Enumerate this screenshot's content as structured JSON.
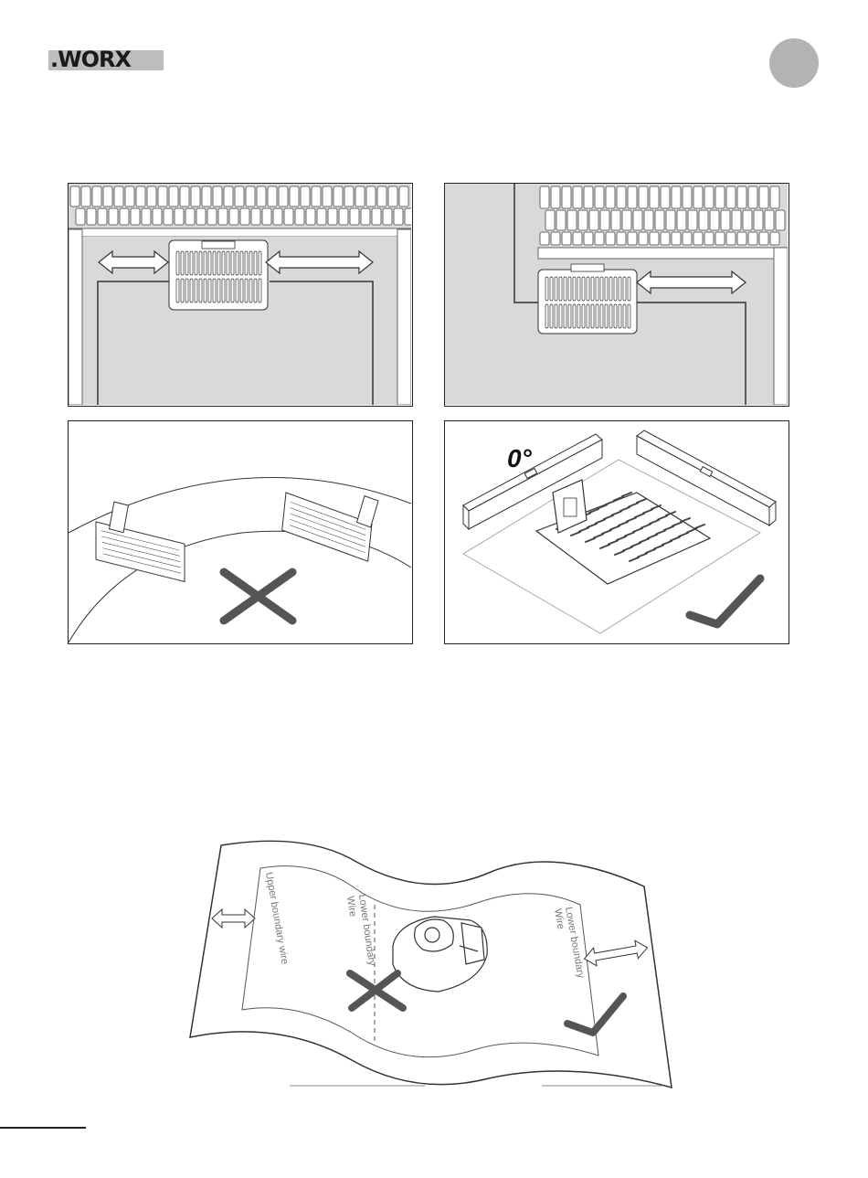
{
  "brand": {
    "logo_text": ".WORX"
  },
  "figures": {
    "level_angle_label": "0°",
    "wire_labels": {
      "upper": "Upper boundary wire",
      "lower_left": [
        "Lower boundary",
        "Wire"
      ],
      "lower_right": [
        "Lower boundary",
        "Wire"
      ]
    }
  }
}
